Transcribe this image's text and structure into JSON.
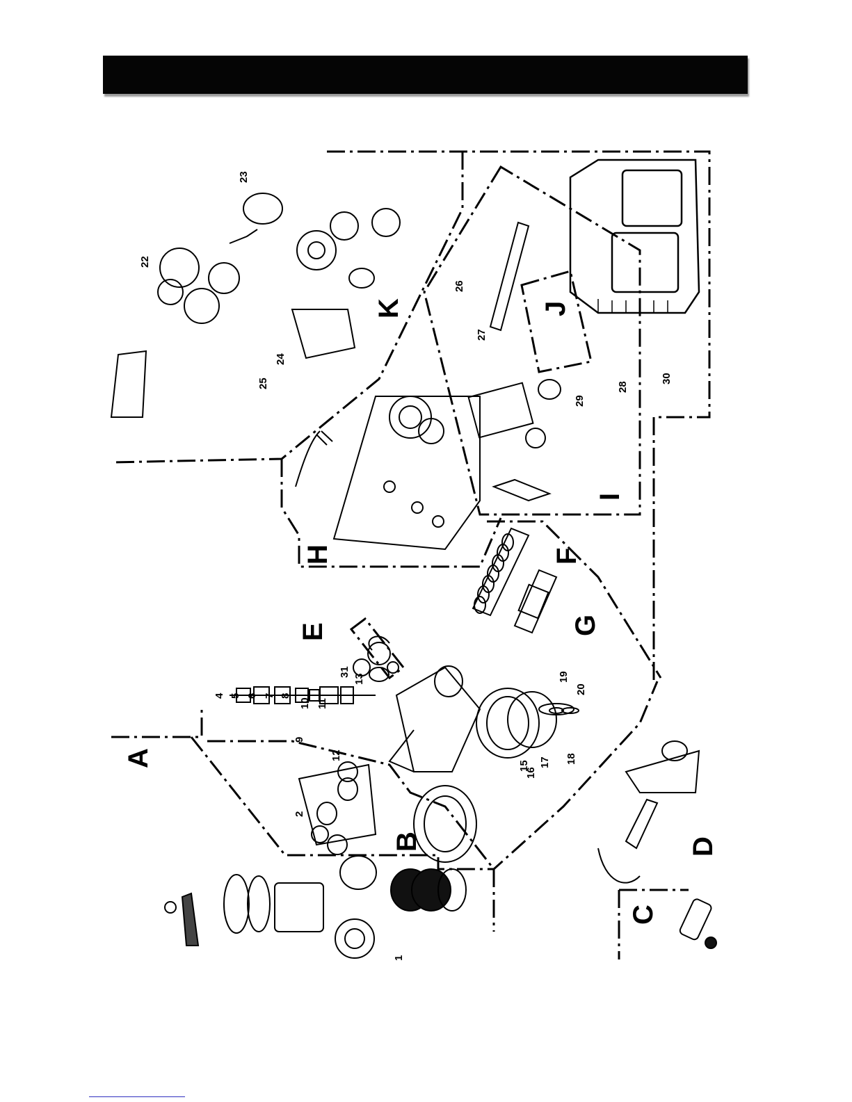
{
  "colors": {
    "ink": "#000000",
    "paper": "#ffffff",
    "header": "#050505",
    "link": "#2f2fbf"
  },
  "header": {
    "title": ""
  },
  "section_letters": [
    {
      "id": "A",
      "label": "A"
    },
    {
      "id": "B",
      "label": "B"
    },
    {
      "id": "C",
      "label": "C"
    },
    {
      "id": "D",
      "label": "D"
    },
    {
      "id": "E",
      "label": "E"
    },
    {
      "id": "F",
      "label": "F"
    },
    {
      "id": "G",
      "label": "G"
    },
    {
      "id": "H",
      "label": "H"
    },
    {
      "id": "I",
      "label": "I"
    },
    {
      "id": "J",
      "label": "J"
    },
    {
      "id": "K",
      "label": "K"
    }
  ],
  "part_numbers": [
    "1",
    "2",
    "4",
    "5",
    "6",
    "7",
    "8",
    "9",
    "10",
    "11",
    "12",
    "13",
    "15",
    "16",
    "17",
    "18",
    "19",
    "20",
    "22",
    "23",
    "24",
    "25",
    "26",
    "27",
    "28",
    "29",
    "30",
    "31"
  ]
}
